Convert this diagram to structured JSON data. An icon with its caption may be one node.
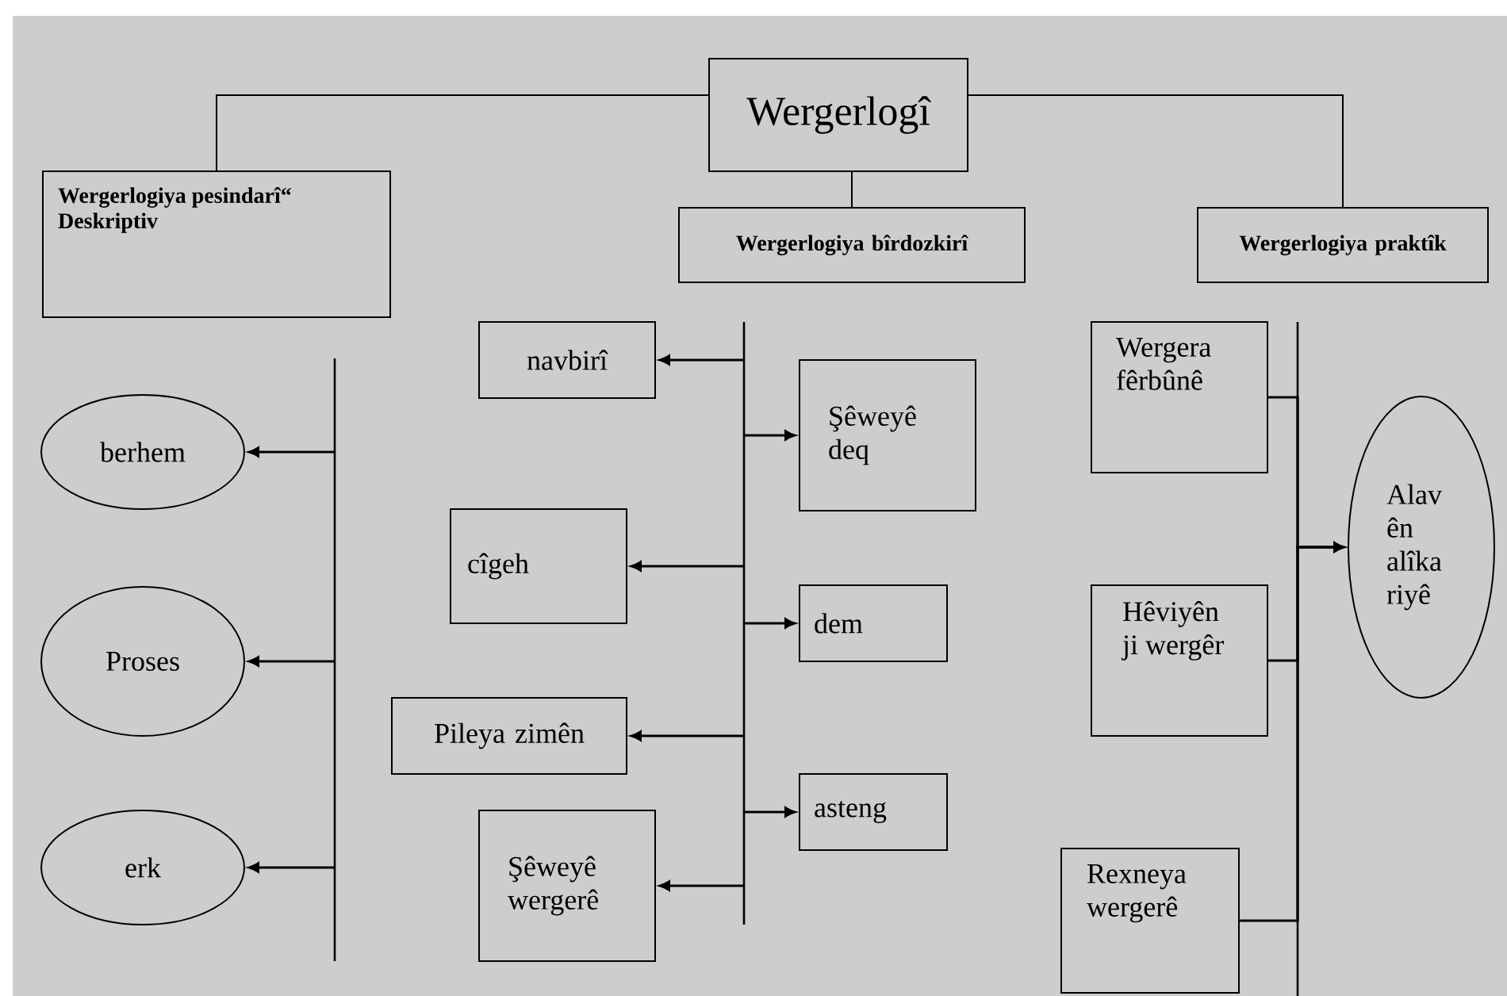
{
  "diagram": {
    "nodes": [
      {
        "text": [
          "Wergerlogî"
        ]
      },
      {
        "text": [
          "Wergerlogiya pesindarî“ Deskriptiv"
        ]
      },
      {
        "text": [
          "Wergerlogiya bîrdozkirî"
        ]
      },
      {
        "text": [
          "Wergerlogiya praktîk"
        ]
      },
      {
        "text": [
          "berhem"
        ]
      },
      {
        "text": [
          "Proses"
        ]
      },
      {
        "text": [
          "erk"
        ]
      },
      {
        "text": [
          "navbirî"
        ]
      },
      {
        "text": [
          "Şêweyê deq"
        ]
      },
      {
        "text": [
          "cîgeh"
        ]
      },
      {
        "text": [
          "dem"
        ]
      },
      {
        "text": [
          "Pileya zimên"
        ]
      },
      {
        "text": [
          "asteng"
        ]
      },
      {
        "text": [
          "Şêweyê wergerê"
        ]
      },
      {
        "text": [
          "Wergera fêrbûnê"
        ]
      },
      {
        "text": [
          "Alav ên alîka riyê"
        ]
      },
      {
        "text": [
          "Hêviyên ji wergêr"
        ]
      },
      {
        "text": [
          "Rexneya wergerê"
        ]
      }
    ],
    "edges": [
      {
        "from": 0,
        "to": 1,
        "arrow": "none"
      },
      {
        "from": 0,
        "to": 2,
        "arrow": "none"
      },
      {
        "from": 0,
        "to": 3,
        "arrow": "none"
      },
      {
        "from": null,
        "to": 4,
        "arrow": "to"
      },
      {
        "from": null,
        "to": 5,
        "arrow": "to"
      },
      {
        "from": null,
        "to": 6,
        "arrow": "to"
      },
      {
        "from": null,
        "to": 7,
        "arrow": "to"
      },
      {
        "from": null,
        "to": 8,
        "arrow": "to"
      },
      {
        "from": null,
        "to": 9,
        "arrow": "to"
      },
      {
        "from": null,
        "to": 10,
        "arrow": "to"
      },
      {
        "from": null,
        "to": 11,
        "arrow": "to"
      },
      {
        "from": null,
        "to": 12,
        "arrow": "to"
      },
      {
        "from": null,
        "to": 13,
        "arrow": "to"
      },
      {
        "from": 14,
        "to": 15,
        "arrow": "to"
      },
      {
        "from": 16,
        "to": 15,
        "arrow": "to"
      },
      {
        "from": 17,
        "to": 15,
        "arrow": "to"
      }
    ]
  }
}
